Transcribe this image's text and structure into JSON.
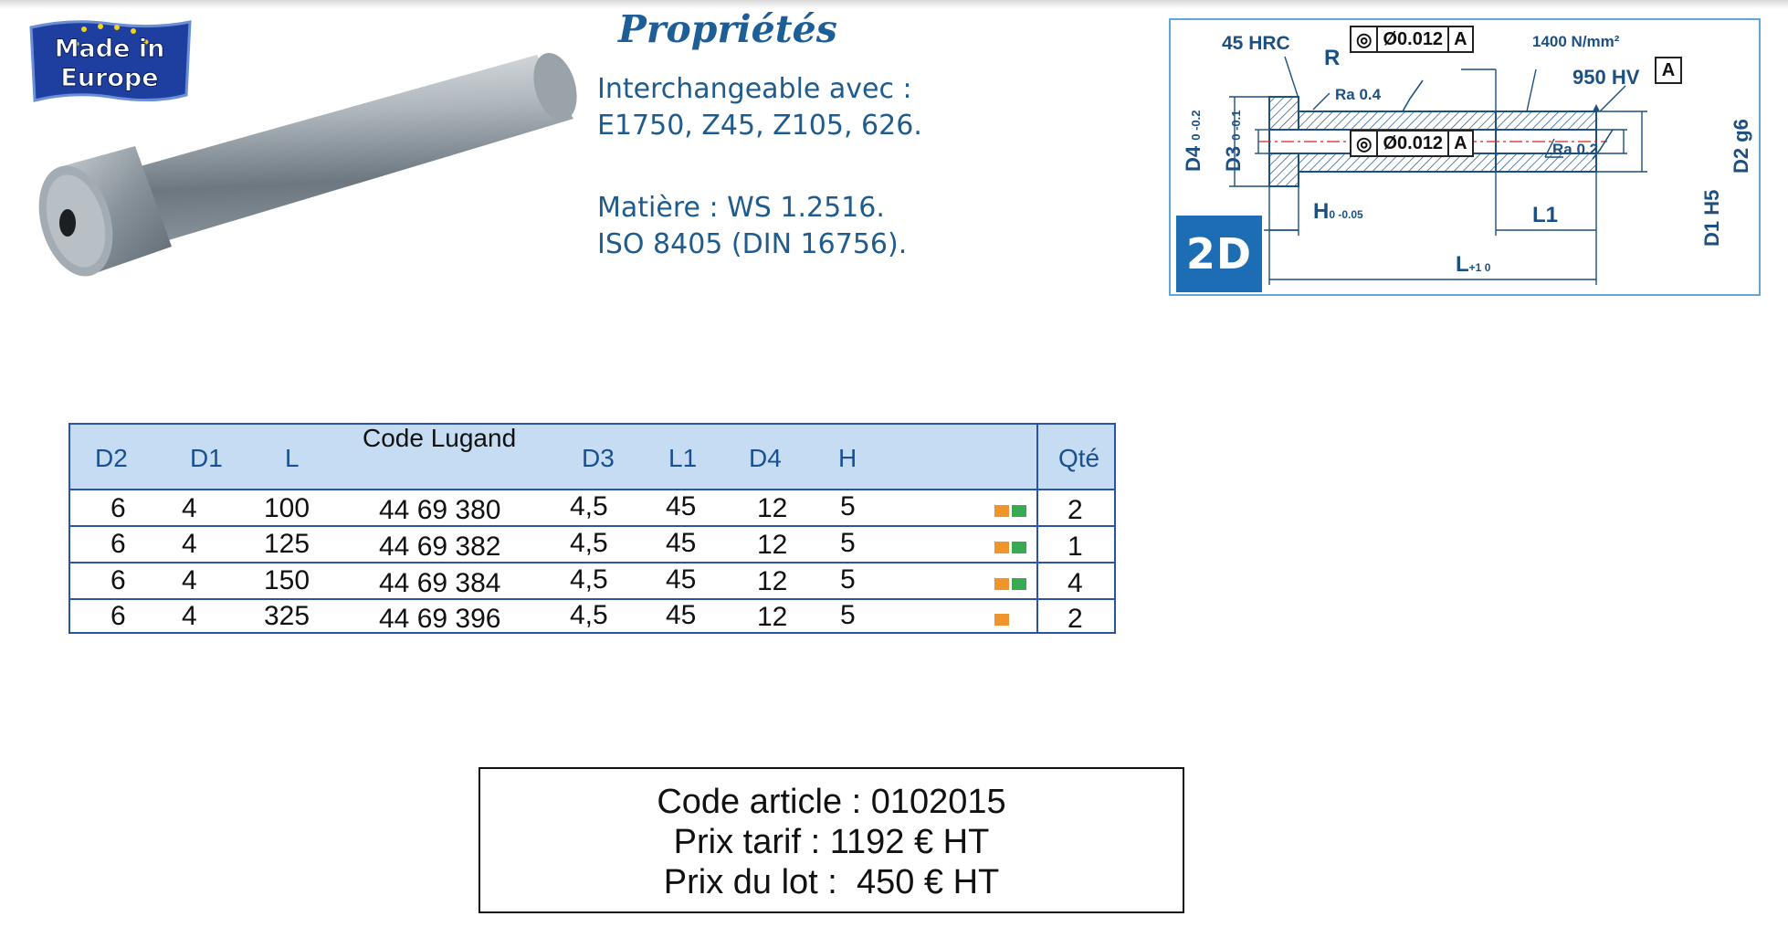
{
  "badge": {
    "line1": "Made in",
    "line2": "Europe"
  },
  "properties": {
    "title": "Propriétés",
    "line1": "Interchangeable avec :",
    "line2": "E1750, Z45, Z105, 626.",
    "line3": "Matière : WS 1.2516.",
    "line4": "ISO 8405 (DIN 16756)."
  },
  "drawing": {
    "badge": "2D",
    "hrc": "45 HRC",
    "r": "R",
    "ra1": "Ra 0.4",
    "ra2": "Ra 0.2",
    "tol1_value": "Ø0.012",
    "tol1_datum": "A",
    "tol2_value": "Ø0.012",
    "tol2_datum": "A",
    "strength": "1400 N/mm²",
    "hv": "950 HV",
    "datum": "A",
    "d4": "D4",
    "d4_tol": "0 -0.2",
    "d3": "D3",
    "d3_tol": "0 -0.1",
    "d2": "D2 g6",
    "d1": "D1 H5",
    "h": "H",
    "h_tol": "0 -0.05",
    "l1": "L1",
    "l": "L",
    "l_tol": "+1 0"
  },
  "table": {
    "headers": [
      "D2",
      "D1",
      "L",
      "Code Lugand",
      "D3",
      "L1",
      "D4",
      "H",
      "Qté"
    ],
    "rows": [
      {
        "d2": "6",
        "d1": "4",
        "l": "100",
        "code": "44 69 380",
        "d3": "4,5",
        "l1": "45",
        "d4": "12",
        "h": "5",
        "stock": [
          "orange",
          "green"
        ],
        "qte": "2"
      },
      {
        "d2": "6",
        "d1": "4",
        "l": "125",
        "code": "44 69 382",
        "d3": "4,5",
        "l1": "45",
        "d4": "12",
        "h": "5",
        "stock": [
          "orange",
          "green"
        ],
        "qte": "1"
      },
      {
        "d2": "6",
        "d1": "4",
        "l": "150",
        "code": "44 69 384",
        "d3": "4,5",
        "l1": "45",
        "d4": "12",
        "h": "5",
        "stock": [
          "orange",
          "green"
        ],
        "qte": "4"
      },
      {
        "d2": "6",
        "d1": "4",
        "l": "325",
        "code": "44 69 396",
        "d3": "4,5",
        "l1": "45",
        "d4": "12",
        "h": "5",
        "stock": [
          "orange"
        ],
        "qte": "2"
      }
    ],
    "stock_colors": {
      "orange": "#f0952c",
      "green": "#3aaa52"
    }
  },
  "price": {
    "line1": "Code article : 0102015",
    "line2": "Prix tarif : 1192 € HT",
    "line3": "Prix du lot :  450 € HT"
  }
}
